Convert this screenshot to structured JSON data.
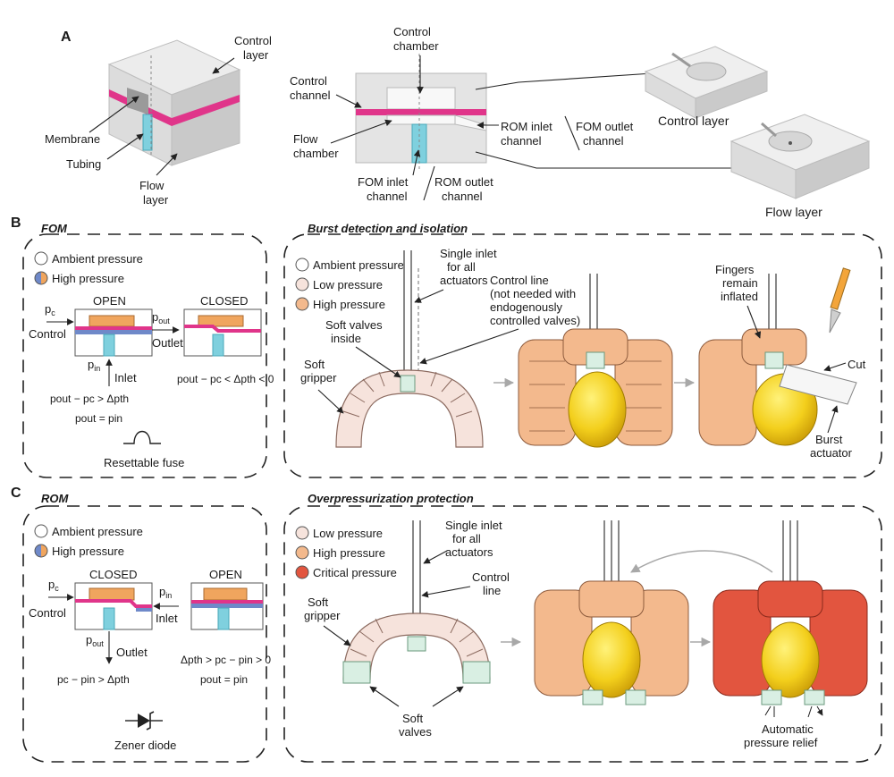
{
  "colors": {
    "membrane": "#e0358a",
    "tubing": "#7fd0de",
    "low_pressure": "#f6e3dc",
    "high_pressure": "#f3b98d",
    "critical_pressure": "#e2553f",
    "valve_green": "#d9efe3",
    "ball_yellow": "#f3cf1c",
    "control_fluid": "#f0a55e",
    "flow_fluid": "#6f89c9"
  },
  "panel_a": {
    "letter": "A",
    "iso": {
      "control_layer": [
        "Control",
        "layer"
      ],
      "membrane": "Membrane",
      "tubing": "Tubing",
      "flow_layer": [
        "Flow",
        "layer"
      ]
    },
    "section": {
      "control_chamber": [
        "Control",
        "chamber"
      ],
      "control_channel": [
        "Control",
        "channel"
      ],
      "flow_chamber": [
        "Flow",
        "chamber"
      ],
      "rom_inlet": [
        "ROM inlet",
        "channel"
      ],
      "fom_outlet": [
        "FOM outlet",
        "channel"
      ],
      "fom_inlet": [
        "FOM inlet",
        "channel"
      ],
      "rom_outlet": [
        "ROM outlet",
        "channel"
      ]
    },
    "control_layer_title": "Control layer",
    "flow_layer_title": "Flow layer"
  },
  "panel_b": {
    "letter": "B",
    "fom": {
      "title": "FOM",
      "legend": [
        "Ambient pressure",
        "High pressure"
      ],
      "open": "OPEN",
      "closed": "CLOSED",
      "pc": "p",
      "pc_sub": "c",
      "control": "Control",
      "pout": "p",
      "pout_sub": "out",
      "outlet": "Outlet",
      "pin": "p",
      "pin_sub": "in",
      "inlet": "Inlet",
      "eq_open_1": "pout − pc > Δpth",
      "eq_open_2": "pout = pin",
      "eq_closed": "pout − pc < Δpth < 0",
      "symbol_label": "Resettable fuse"
    },
    "burst": {
      "title": "Burst detection and isolation",
      "legend": [
        "Ambient pressure",
        "Low pressure",
        "High pressure"
      ],
      "single_inlet": [
        "Single inlet",
        "for all",
        "actuators"
      ],
      "control_line": [
        "Control line",
        "(not needed with",
        "endogenously",
        "controlled valves)"
      ],
      "soft_valves": [
        "Soft valves",
        "inside"
      ],
      "soft_gripper": [
        "Soft",
        "gripper"
      ],
      "fingers": [
        "Fingers",
        "remain",
        "inflated"
      ],
      "cut": "Cut",
      "burst_actuator": [
        "Burst",
        "actuator"
      ]
    }
  },
  "panel_c": {
    "letter": "C",
    "rom": {
      "title": "ROM",
      "legend": [
        "Ambient pressure",
        "High pressure"
      ],
      "closed": "CLOSED",
      "open": "OPEN",
      "control": "Control",
      "inlet": "Inlet",
      "outlet": "Outlet",
      "eq_closed": "pc − pin > Δpth",
      "eq_open_1": "Δpth > pc − pin > 0",
      "eq_open_2": "pout = pin",
      "symbol_label": "Zener diode"
    },
    "over": {
      "title": "Overpressurization protection",
      "legend": [
        "Low pressure",
        "High pressure",
        "Critical pressure"
      ],
      "single_inlet": [
        "Single inlet",
        "for all",
        "actuators"
      ],
      "control_line": [
        "Control",
        "line"
      ],
      "soft_gripper": [
        "Soft",
        "gripper"
      ],
      "soft_valves": [
        "Soft",
        "valves"
      ],
      "relief": [
        "Automatic",
        "pressure relief"
      ]
    }
  }
}
